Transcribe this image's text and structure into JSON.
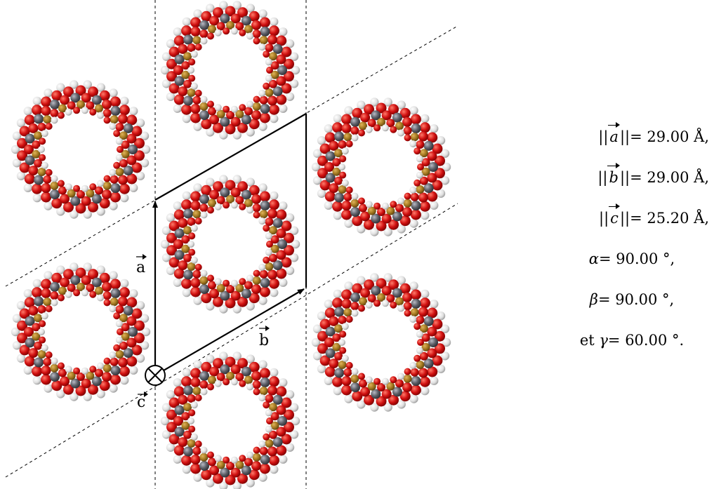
{
  "vector_labels": {
    "a": "a",
    "b": "b",
    "c": "c"
  },
  "lattice_parameters": [
    {
      "id": "a_norm",
      "prefix": "||",
      "symbol": "a",
      "suffix": "||= 29.00 Å,"
    },
    {
      "id": "b_norm",
      "prefix": "||",
      "symbol": "b",
      "suffix": "||= 29.00 Å,"
    },
    {
      "id": "c_norm",
      "prefix": "||",
      "symbol": "c",
      "suffix": "||= 25.20 Å,"
    },
    {
      "id": "alpha",
      "prefix": "",
      "symbol": "α",
      "suffix": "= 90.00 °,"
    },
    {
      "id": "beta",
      "prefix": "",
      "symbol": "β",
      "suffix": "= 90.00 °,"
    },
    {
      "id": "gamma",
      "prefix": "et ",
      "symbol": "γ",
      "suffix": "= 60.00 °."
    }
  ],
  "colors": {
    "oxygen": "#cc0f0f",
    "silicon": "#5c5e66",
    "metal": "#a57a22",
    "hydrogen": "#e2e2e2",
    "line": "#000000"
  }
}
